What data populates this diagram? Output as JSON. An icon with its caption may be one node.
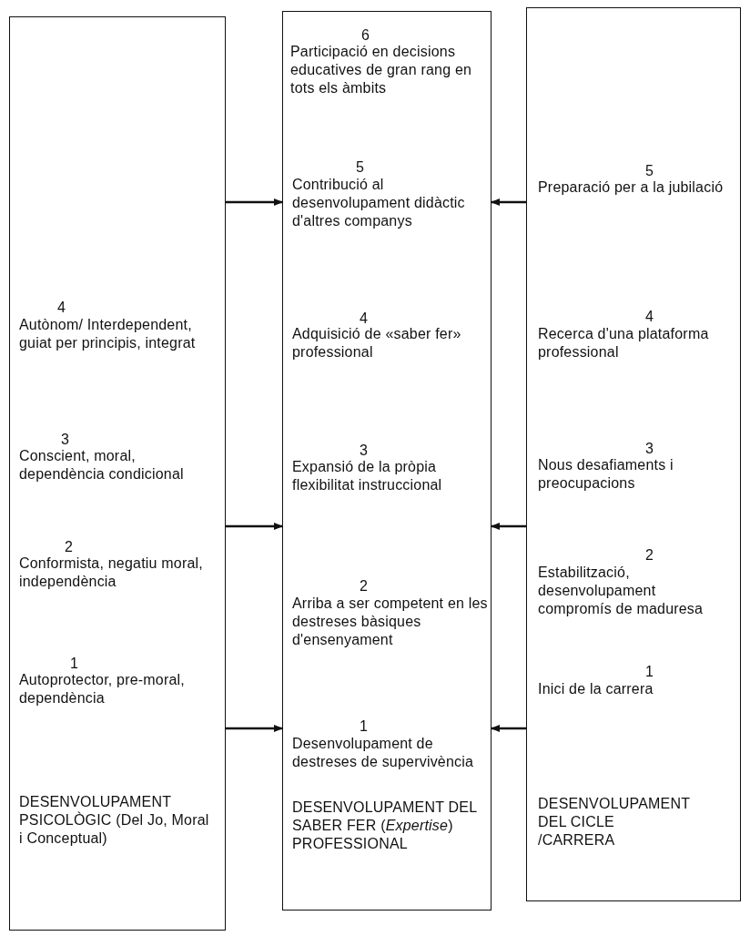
{
  "diagram": {
    "nodes": [
      {
        "text": [
          "4",
          "Autònom/ Interdependent, guiat per principis, integrat",
          "3",
          "Conscient, moral, dependència condicional",
          "2",
          "Conformista, negatiu moral, independència",
          "1",
          "Autoprotector, pre-moral, dependència",
          "DESENVOLUPAMENT PSICOLÒGIC (Del Jo, Moral i Conceptual)"
        ]
      },
      {
        "text": [
          "6",
          "Participació en decisions educatives de gran rang en tots els àmbits",
          "5",
          "Contribució al desenvolupament didàctic d'altres companys",
          "4",
          "Adquisició de «saber fer» professional",
          "3",
          "Expansió de la pròpia flexibilitat instruccional",
          "2",
          "Arriba a ser competent en les destreses bàsiques d'ensenyament",
          "1",
          "Desenvolupament de destreses de supervivència",
          "DESENVOLUPAMENT DEL SABER FER (*Expertise*) PROFESSIONAL"
        ]
      },
      {
        "text": [
          "5",
          "Preparació per a la jubilació",
          "4",
          "Recerca d'una plataforma professional",
          "3",
          "Nous desafiaments i preocupacions",
          "2",
          "Estabilització, desenvolupament compromís de maduresa",
          "1",
          "Inici de la carrera",
          "DESENVOLUPAMENT DEL CICLE /CARRERA"
        ]
      }
    ],
    "edges": [
      {
        "from": 0,
        "to": 1,
        "arrow": "to"
      },
      {
        "from": 0,
        "to": 1,
        "arrow": "to"
      },
      {
        "from": 0,
        "to": 1,
        "arrow": "to"
      },
      {
        "from": 2,
        "to": 1,
        "arrow": "to"
      },
      {
        "from": 2,
        "to": 1,
        "arrow": "to"
      },
      {
        "from": 2,
        "to": 1,
        "arrow": "to"
      }
    ]
  }
}
